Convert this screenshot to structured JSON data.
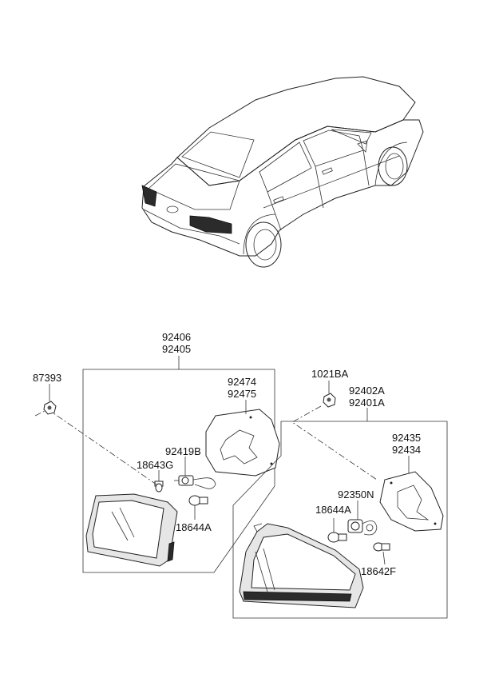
{
  "callouts": {
    "p92406": "92406",
    "p92405": "92405",
    "p87393": "87393",
    "p92474": "92474",
    "p92475": "92475",
    "p92419B": "92419B",
    "p18643G": "18643G",
    "p18644A_left": "18644A",
    "p1021BA": "1021BA",
    "p92402A": "92402A",
    "p92401A": "92401A",
    "p92435": "92435",
    "p92434": "92434",
    "p92350N": "92350N",
    "p18644A_right": "18644A",
    "p18642F": "18642F"
  }
}
